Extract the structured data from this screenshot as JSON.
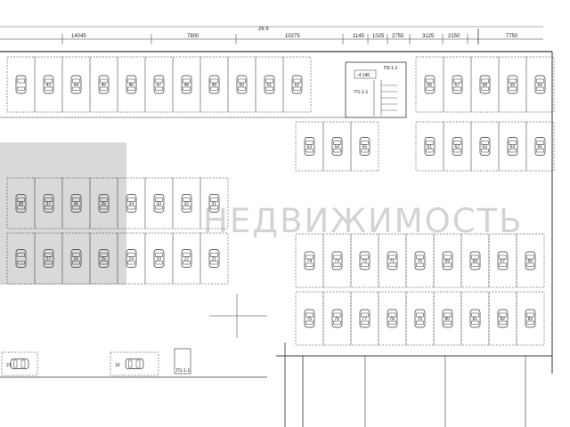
{
  "dimensions": {
    "top": [
      "14045",
      "7800",
      "10275",
      "1145",
      "1025",
      "2755",
      "3125",
      "2150",
      "7750"
    ],
    "header_partial": "26 5"
  },
  "labels": {
    "level_mark": "-4.140",
    "tag_a": "П1-1-1",
    "tag_b": "П0-1-2",
    "tag_c": "П1-1-1"
  },
  "spot_rows": {
    "row1_left": [
      "",
      "43",
      "44",
      "45",
      "46",
      "47",
      "48",
      "49",
      "50",
      "51",
      "52"
    ],
    "row1_right": [
      "56",
      "57",
      "58",
      "59",
      "60"
    ],
    "row2_center": [
      "53",
      "54",
      "55"
    ],
    "row2_right": [
      "61",
      "62",
      "63",
      "64",
      "65"
    ],
    "row3_left": [
      "38",
      "37",
      "36",
      "35",
      "34",
      "33",
      "32",
      "31"
    ],
    "row4_left": [
      "",
      "27",
      "26",
      "25",
      "24",
      "23",
      "22",
      "21"
    ],
    "row3_right": [
      "74",
      "73",
      "72",
      "71",
      "70",
      "69",
      "68",
      "67",
      "66"
    ],
    "row4_right": [
      "75",
      "76",
      "77",
      "78",
      "79",
      "80",
      "81",
      "82",
      "83"
    ],
    "bottom_small": [
      "21",
      "19"
    ]
  },
  "watermark": {
    "text": "НЕДВИЖИМОСТЬ"
  },
  "colors": {
    "line": "#333333",
    "watermark": "#9a9a9a"
  }
}
